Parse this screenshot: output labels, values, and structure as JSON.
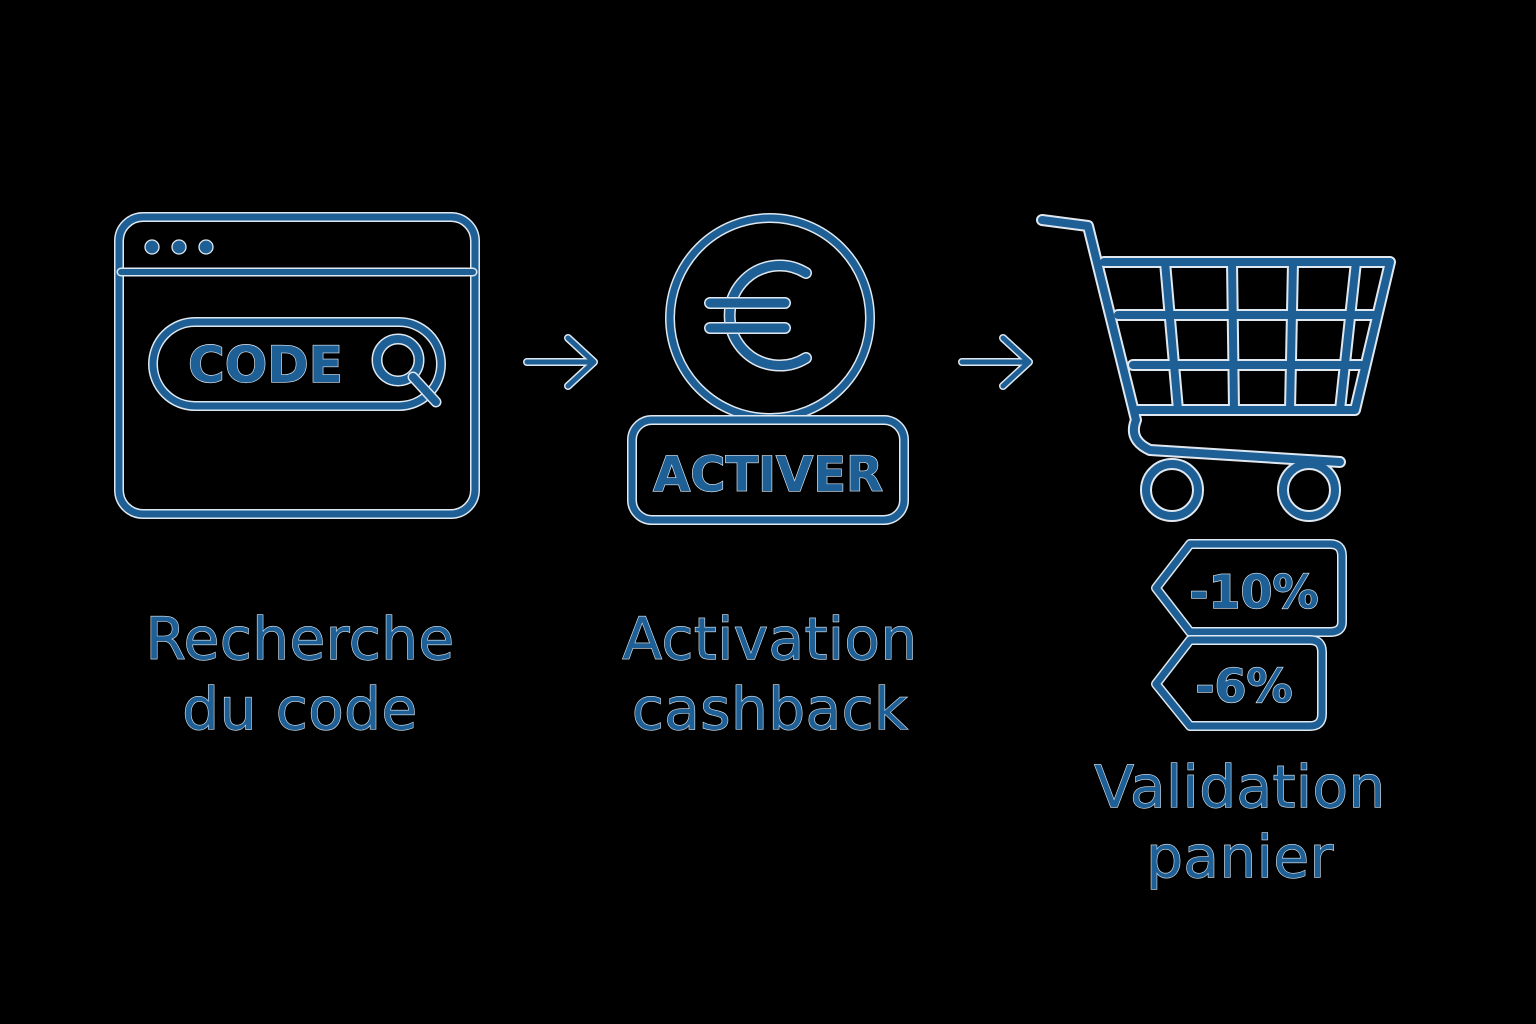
{
  "colors": {
    "background": "#000000",
    "stroke": "#1e5f96",
    "outline": "#dfe8f0"
  },
  "steps": [
    {
      "icon": "browser-search-icon",
      "icon_text": "CODE",
      "label_line1": "Recherche",
      "label_line2": "du code"
    },
    {
      "icon": "euro-coin-icon",
      "icon_text": "€",
      "button_text": "ACTIVER",
      "label_line1": "Activation",
      "label_line2": "cashback"
    },
    {
      "icon": "shopping-cart-icon",
      "tags": [
        "-10%",
        "-6%"
      ],
      "label_line1": "Validation",
      "label_line2": "panier"
    }
  ],
  "arrows": [
    "arrow-right-icon",
    "arrow-right-icon"
  ]
}
